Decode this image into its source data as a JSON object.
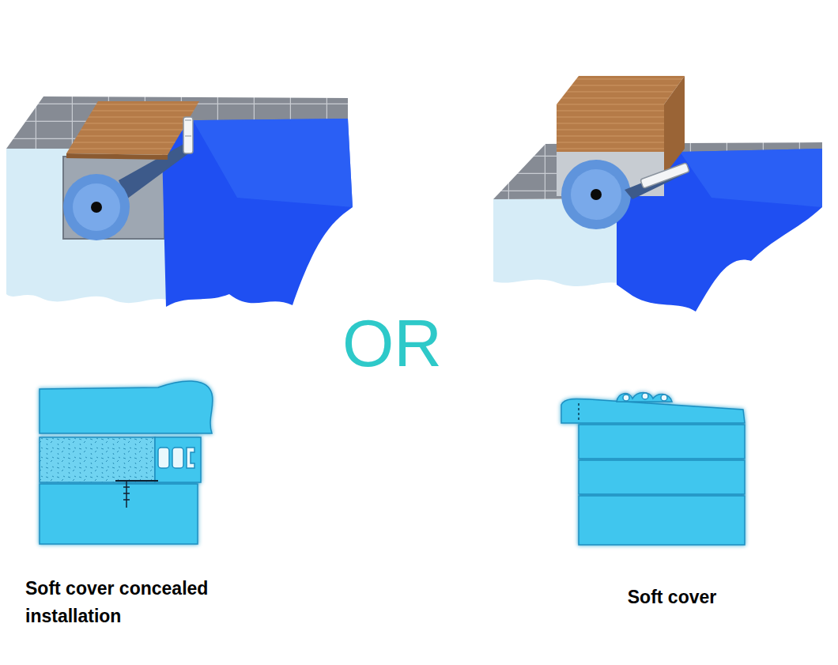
{
  "diagram": {
    "labels": [
      "OR",
      "Soft cover concealed installation",
      "Soft cover"
    ]
  }
}
